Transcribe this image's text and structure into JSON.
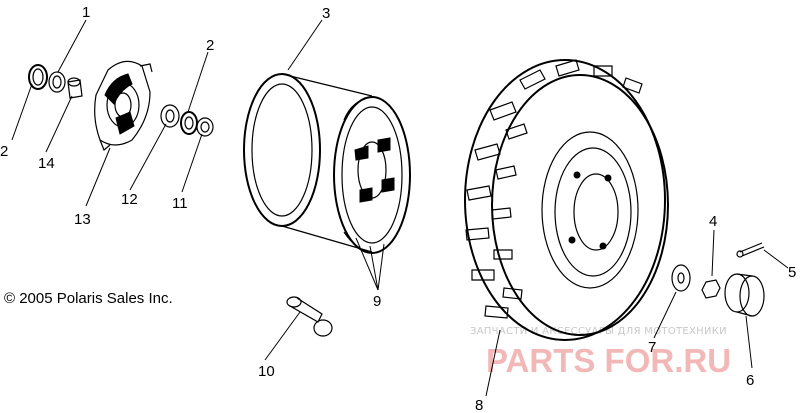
{
  "diagram": {
    "copyright": "© 2005 Polaris Sales Inc.",
    "callouts": {
      "c1": "1",
      "c2a": "2",
      "c2b": "2",
      "c3": "3",
      "c4": "4",
      "c5": "5",
      "c6": "6",
      "c7": "7",
      "c8": "8",
      "c9": "9",
      "c10": "10",
      "c11": "11",
      "c12": "12",
      "c13": "13",
      "c14": "14"
    },
    "watermark": {
      "tagline": "ЗАПЧАСТИ И АКСЕССУАРЫ ДЛЯ МОТОТЕХНИКИ",
      "brand": "PARTS FOR.RU",
      "brand_color": "#f2b8b8"
    }
  }
}
